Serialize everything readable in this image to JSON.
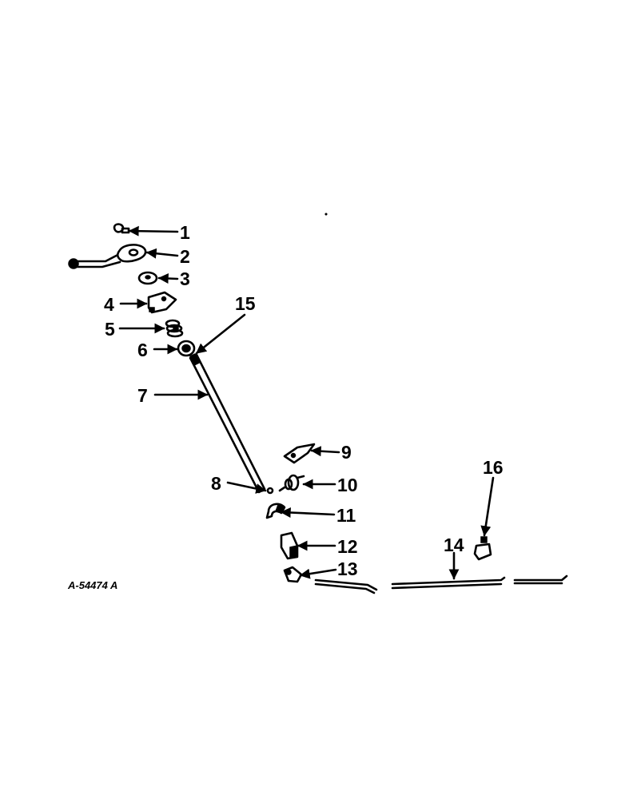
{
  "figure_code": "A-54474 A",
  "callouts": {
    "c1": "1",
    "c2": "2",
    "c3": "3",
    "c4": "4",
    "c5": "5",
    "c6": "6",
    "c7": "7",
    "c8": "8",
    "c9": "9",
    "c10": "10",
    "c11": "11",
    "c12": "12",
    "c13": "13",
    "c14": "14",
    "c15": "15",
    "c16": "16"
  }
}
